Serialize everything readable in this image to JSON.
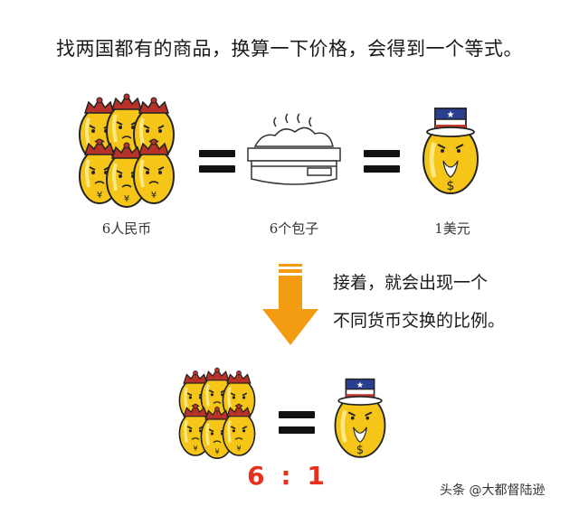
{
  "heading": "找两国都有的商品，换算一下价格，会得到一个等式。",
  "items": [
    {
      "caption": "6人民币",
      "icon": "rmb-coins-icon"
    },
    {
      "caption": "6个包子",
      "icon": "steamed-buns-icon"
    },
    {
      "caption": "1美元",
      "icon": "dollar-coin-icon"
    }
  ],
  "note": {
    "line1": "接着，就会出现一个",
    "line2": "不同货币交换的比例。"
  },
  "ratio": "6 : 1",
  "watermark": "头条 @大都督陆逊",
  "colors": {
    "coin_yellow": "#f5c518",
    "arrow_orange": "#f39c12",
    "ratio_red": "#e8301c",
    "hat_blue": "#2a3f8f",
    "hat_red": "#c0392b"
  }
}
